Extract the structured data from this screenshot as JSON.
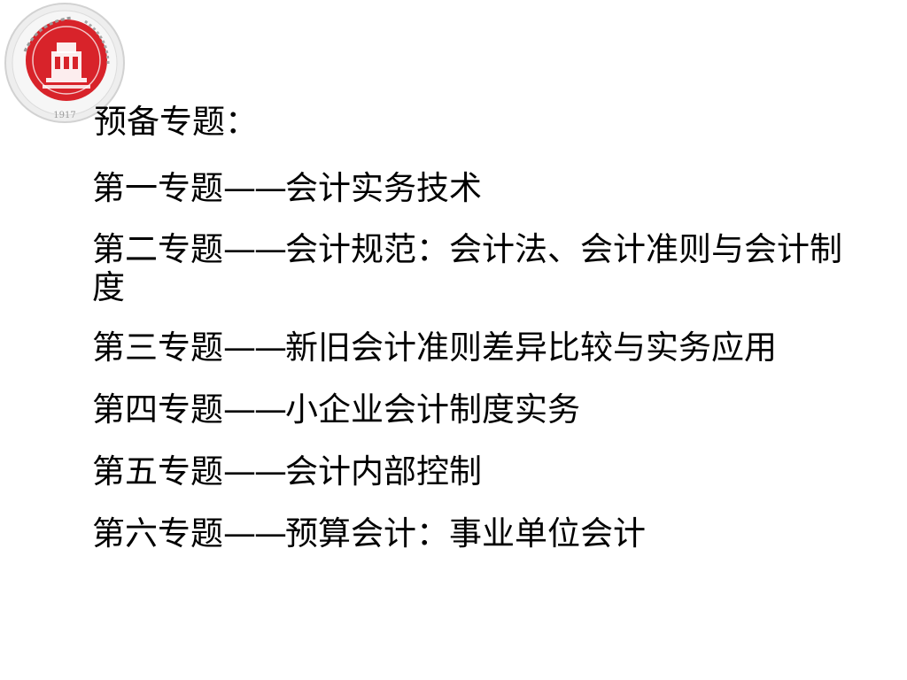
{
  "title": "预备专题：",
  "items": [
    {
      "label": "第一专题",
      "sep": "——",
      "topic": "会计实务技术"
    },
    {
      "label": "第二专题",
      "sep": "——",
      "topic": "会计规范：会计法、会计准则与会计制度"
    },
    {
      "label": "第三专题",
      "sep": "——",
      "topic": "新旧会计准则差异比较与实务应用"
    },
    {
      "label": "第四专题",
      "sep": "——",
      "topic": "小企业会计制度实务"
    },
    {
      "label": "第五专题",
      "sep": "——",
      "topic": "会计内部控制"
    },
    {
      "label": "第六专题",
      "sep": "——",
      "topic": "预算会计：事业单位会计"
    }
  ],
  "logo": {
    "year": "1917",
    "icon": "university-seal-icon",
    "ring_color": "#d9d9d9",
    "seal_color": "#d8232a"
  }
}
